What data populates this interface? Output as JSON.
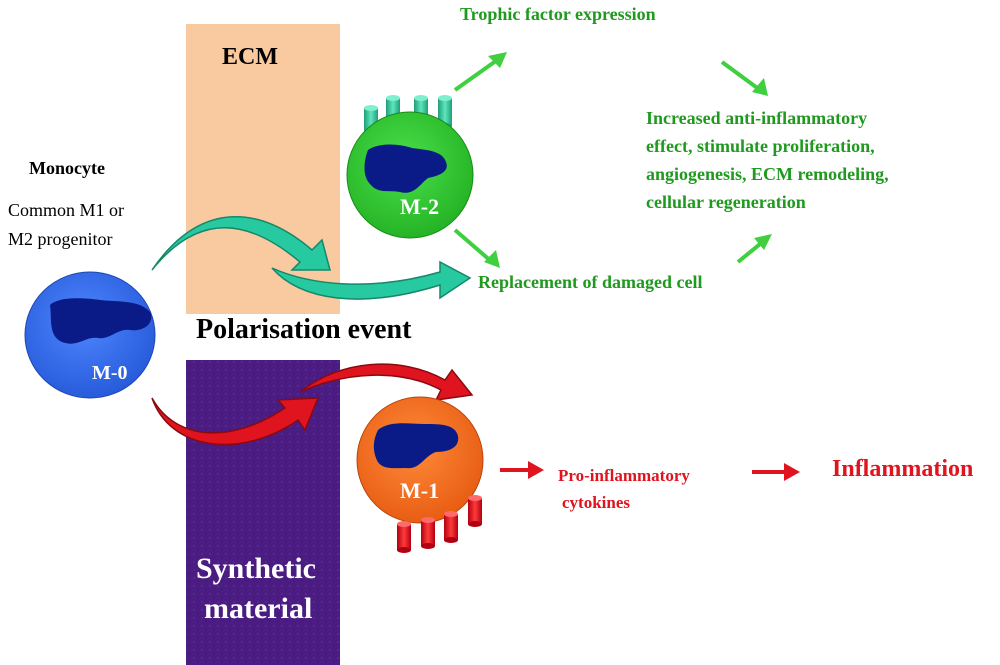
{
  "colors": {
    "ecm_block": "#f9c9a0",
    "synthetic_block": "#4b1c82",
    "m0_cell": "#2f6cf0",
    "m2_cell": "#2ecb2e",
    "m1_cell": "#f06a1e",
    "nucleus": "#0a1a86",
    "green_arrow": "#3fcf3f",
    "teal_arrow": "#27c9a0",
    "red_arrow": "#e0141e",
    "green_text": "#1f9a1f",
    "red_text": "#e0141e"
  },
  "labels": {
    "ecm": "ECM",
    "synthetic_line1": "Synthetic",
    "synthetic_line2": "material",
    "monocyte_title": "Monocyte",
    "progenitor_line1": "Common M1 or",
    "progenitor_line2": "M2 progenitor",
    "polarisation": "Polarisation event",
    "m0": "M-0",
    "m2": "M-2",
    "m1": "M-1",
    "trophic": "Trophic factor expression",
    "outcome_line1": "Increased anti-inflammatory",
    "outcome_line2": "effect, stimulate proliferation,",
    "outcome_line3": "angiogenesis, ECM remodeling,",
    "outcome_line4": "cellular regeneration",
    "replacement": "Replacement of damaged cell",
    "cytokines_line1": "Pro-inflammatory",
    "cytokines_line2": "cytokines",
    "inflammation": "Inflammation"
  },
  "icons": {
    "m2_receptors": "teal-cylinder-receptor-icon",
    "m1_receptors": "red-cylinder-receptor-icon"
  }
}
